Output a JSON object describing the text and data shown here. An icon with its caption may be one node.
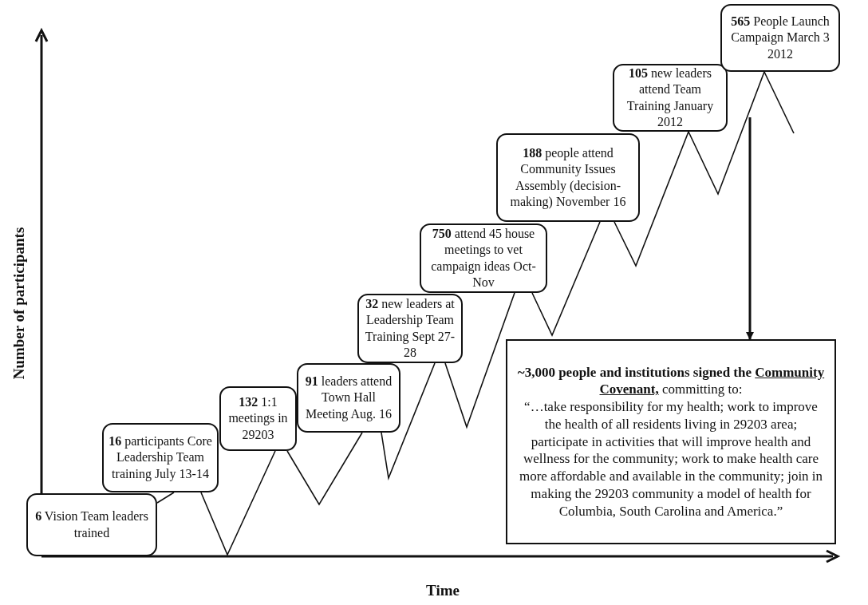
{
  "diagram": {
    "nodes": [
      {
        "text": [
          "**6** Vision Team leaders trained"
        ]
      },
      {
        "text": [
          "**16** participants Core Leadership Team training July 13-14"
        ]
      },
      {
        "text": [
          "**132** 1:1 meetings in 29203"
        ]
      },
      {
        "text": [
          "**91** leaders attend Town Hall Meeting Aug. 16"
        ]
      },
      {
        "text": [
          "**32** new leaders at Leadership Team Training Sept 27-28"
        ]
      },
      {
        "text": [
          "**750** attend 45 house meetings to vet campaign ideas Oct-Nov"
        ]
      },
      {
        "text": [
          "**188** people attend Community Issues Assembly (decision-making) November 16"
        ]
      },
      {
        "text": [
          "**105** new leaders attend Team Training January 2012"
        ]
      },
      {
        "text": [
          "**565** People Launch Campaign March 3 2012"
        ]
      },
      {
        "text": [
          "**~3,000 people and institutions signed the** **Community Covenant,** committing to:",
          "“…take responsibility for my health; work to improve the health of all residents living in 29203 area; participate in activities that will improve health and wellness for the community; work to make health care more affordable and available in the community; join in making the 29203 community a model of health for Columbia, South Carolina and America.”"
        ]
      }
    ],
    "edges": [
      {
        "from": null,
        "to": 0,
        "arrow": "none"
      },
      {
        "from": 0,
        "to": 1,
        "arrow": "none"
      },
      {
        "from": 1,
        "to": 2,
        "arrow": "none"
      },
      {
        "from": 2,
        "to": 3,
        "arrow": "none"
      },
      {
        "from": 3,
        "to": 4,
        "arrow": "none"
      },
      {
        "from": 4,
        "to": 5,
        "arrow": "none"
      },
      {
        "from": 5,
        "to": 6,
        "arrow": "none"
      },
      {
        "from": 6,
        "to": 7,
        "arrow": "none"
      },
      {
        "from": 7,
        "to": 8,
        "arrow": "none"
      },
      {
        "from": 8,
        "to": null,
        "arrow": "none"
      },
      {
        "from": null,
        "to": 9,
        "arrow": "to"
      }
    ],
    "labels": [
      "Number of participants",
      "Time"
    ]
  }
}
